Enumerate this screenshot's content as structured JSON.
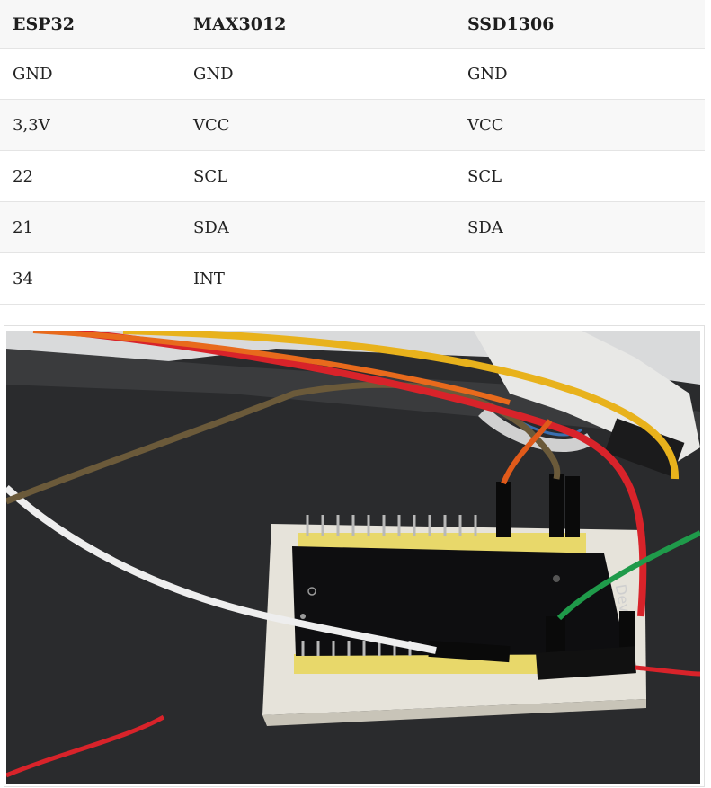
{
  "table": {
    "headers": [
      "ESP32",
      "MAX3012",
      "SSD1306"
    ],
    "rows": [
      [
        "GND",
        "GND",
        "GND"
      ],
      [
        "3,3V",
        "VCC",
        "VCC"
      ],
      [
        "22",
        "SCL",
        "SCL"
      ],
      [
        "21",
        "SDA",
        "SDA"
      ],
      [
        "34",
        "INT",
        ""
      ]
    ]
  },
  "photo": {
    "board_label": "Devkit"
  }
}
